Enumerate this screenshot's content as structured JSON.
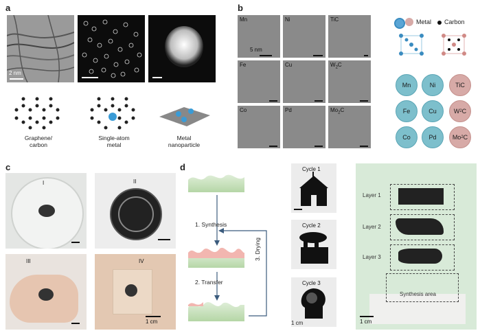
{
  "panels": {
    "a": "a",
    "b": "b",
    "c": "c",
    "d": "d"
  },
  "panel_a": {
    "scale_1": "2 nm",
    "captions": [
      "Graphene/",
      "carbon",
      "Single-atom",
      "metal",
      "Metal",
      "nanoparticle"
    ]
  },
  "panel_b": {
    "tem_labels": [
      "Mn",
      "Ni",
      "TiC",
      "Fe",
      "Cu",
      "W",
      "C",
      "Co",
      "Pd",
      "Mo",
      "C"
    ],
    "subs": [
      "2",
      "2"
    ],
    "scale": "5 nm",
    "legend": {
      "metal": "Metal",
      "carbon": "Carbon"
    },
    "circles_blue": [
      "Mn",
      "Ni",
      "Fe",
      "Cu",
      "Co",
      "Pd"
    ],
    "circles_pink": [
      "TiC",
      "W",
      "Mo"
    ],
    "pink_subs": [
      "2",
      "2"
    ],
    "pink_tail": [
      "C",
      "C"
    ]
  },
  "panel_c": {
    "roman": [
      "I",
      "II",
      "III",
      "IV"
    ],
    "scale": "1 cm"
  },
  "panel_d": {
    "steps": [
      "1. Synthesis",
      "2. Transfer",
      "3. Drying"
    ],
    "cycles": [
      "Cycle 1",
      "Cycle 2",
      "Cycle 3"
    ],
    "cycle_scale": "1 cm",
    "layers": [
      "Layer 1",
      "Layer 2",
      "Layer 3"
    ],
    "synthesis_area": "Synthesis area",
    "photo_scale": "1 cm"
  }
}
